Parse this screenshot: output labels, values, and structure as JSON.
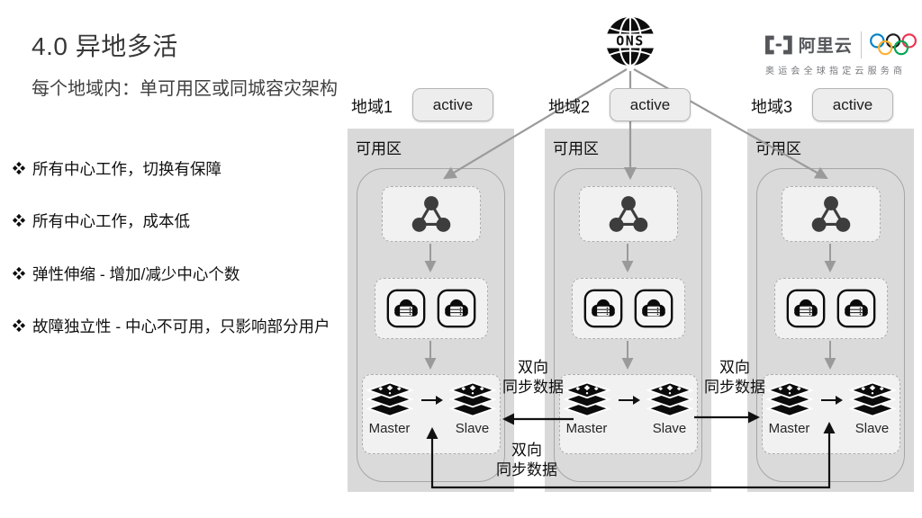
{
  "slide": {
    "title": "4.0 异地多活",
    "subtitle": "每个地域内：单可用区或同城容灾架构",
    "bullets": [
      "所有中心工作，切换有保障",
      "所有中心工作，成本低",
      "弹性伸缩 - 增加/减少中心个数",
      "故障独立性 - 中心不可用，只影响部分用户"
    ]
  },
  "header": {
    "ons_logo": "ONS",
    "alicloud": {
      "brand": "阿里云",
      "tagline": "奥运会全球指定云服务商"
    }
  },
  "regions": [
    {
      "name": "地域1",
      "status": "active",
      "zone": "可用区",
      "master": "Master",
      "slave": "Slave"
    },
    {
      "name": "地域2",
      "status": "active",
      "zone": "可用区",
      "master": "Master",
      "slave": "Slave"
    },
    {
      "name": "地域3",
      "status": "active",
      "zone": "可用区",
      "master": "Master",
      "slave": "Slave"
    }
  ],
  "sync_labels": [
    {
      "line1": "双向",
      "line2": "同步数据"
    },
    {
      "line1": "双向",
      "line2": "同步数据"
    },
    {
      "line1": "双向",
      "line2": "同步数据"
    }
  ],
  "icons": {
    "ons": "globe-icon",
    "brand_mark": "alibaba-cloud-bracket-icon",
    "rings": "olympic-rings-icon",
    "cluster": "app-cluster-icon",
    "cloud": "cloud-server-icon",
    "db": "database-stack-icon"
  },
  "colors": {
    "panel_gray": "#d9d9d9",
    "line_gray": "#9a9a9a",
    "line_black": "#111111",
    "badge_bg": "#ededed",
    "olympic_rings": [
      "#0081C8",
      "#1b1b1b",
      "#EE334E",
      "#FCB131",
      "#00A651"
    ]
  }
}
